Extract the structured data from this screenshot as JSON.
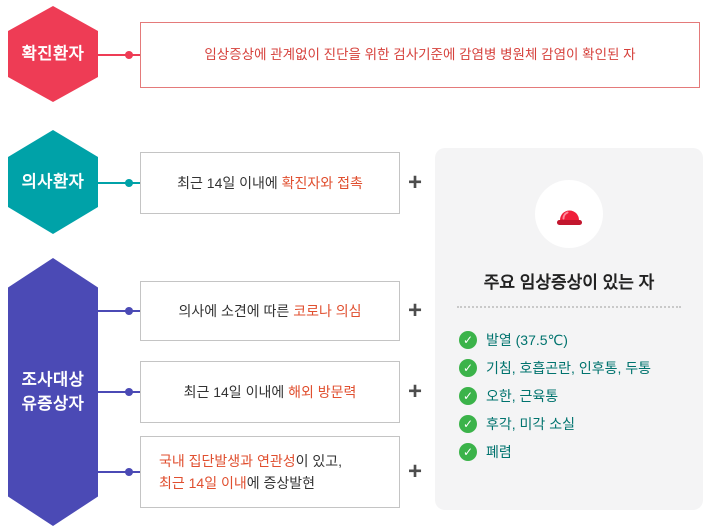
{
  "colors": {
    "confirmed_red": "#ee3c55",
    "suspected_teal": "#00a2a8",
    "pui_purple": "#4b4ab5",
    "description_red": "#d6413c",
    "highlight_orange": "#e04f2f",
    "symptom_teal": "#00736e",
    "check_green": "#3bb34a",
    "panel_gray": "#f4f4f5"
  },
  "confirmed": {
    "badge_label": "확진환자",
    "description": "임상증상에 관계없이 진단을 위한 검사기준에 감염병 병원체 감염이 확인된 자"
  },
  "suspected": {
    "badge_label": "의사환자",
    "box": {
      "normal": "최근 14일 이내에 ",
      "highlight": "확진자와 접촉"
    }
  },
  "pui": {
    "badge_label_line1": "조사대상",
    "badge_label_line2": "유증상자",
    "boxes": [
      {
        "normal": "의사에 소견에 따른 ",
        "highlight": "코로나 의심"
      },
      {
        "normal": "최근 14일 이내에 ",
        "highlight": "해외 방문력"
      },
      {
        "line1_highlight": "국내 집단발생과 연관성",
        "line1_normal": "이 있고,",
        "line2_highlight": "최근 14일 이내",
        "line2_normal": "에 증상발현"
      }
    ]
  },
  "panel": {
    "icon": "siren-icon",
    "title": "주요 임상증상이 있는 자",
    "symptoms": [
      "발열 (37.5℃)",
      "기침, 호흡곤란, 인후통, 두통",
      "오한, 근육통",
      "후각, 미각 소실",
      "폐렴"
    ]
  },
  "misc": {
    "plus": "+",
    "check": "✓"
  }
}
